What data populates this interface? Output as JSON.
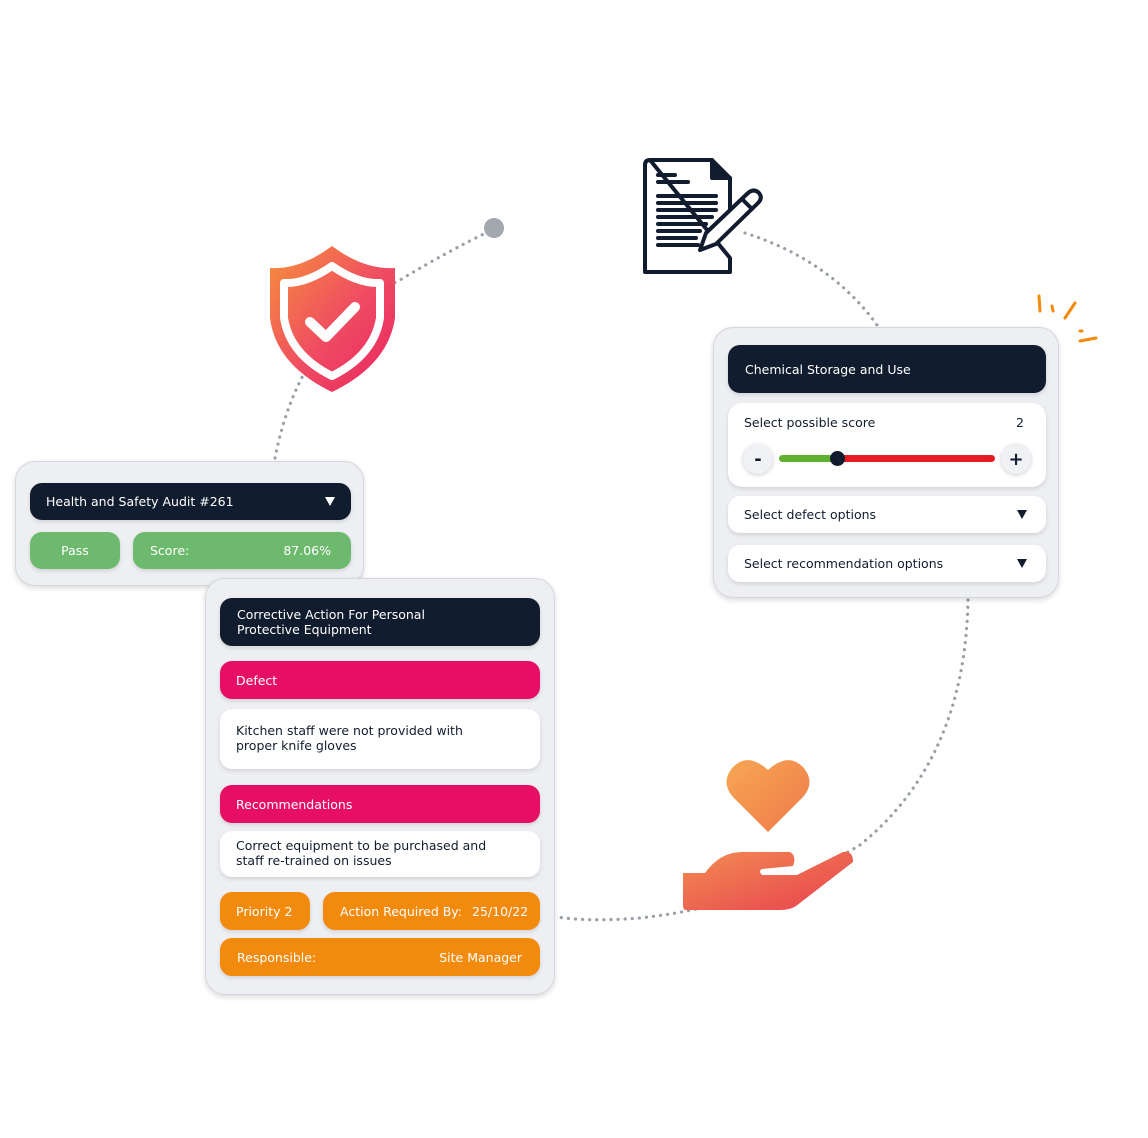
{
  "audit_card": {
    "title": "Health and Safety Audit #261",
    "status": "Pass",
    "score_label": "Score:",
    "score_value": "87.06%"
  },
  "chemical_card": {
    "title": "Chemical Storage and Use",
    "score_label": "Select possible score",
    "score_value": "2",
    "minus_label": "-",
    "plus_label": "+",
    "slider": {
      "position_pct": 18,
      "left_color": "#5fb22d",
      "right_color": "#e51c23"
    },
    "defect_select": "Select defect options",
    "recommendation_select": "Select recommendation options"
  },
  "corrective_card": {
    "title_line1": "Corrective Action For Personal",
    "title_line2": "Protective Equipment",
    "defect_header": "Defect",
    "defect_text_line1": "Kitchen staff were not provided with",
    "defect_text_line2": "proper knife gloves",
    "recommendations_header": "Recommendations",
    "recommendation_text_line1": "Correct equipment to be purchased and",
    "recommendation_text_line2": "staff re-trained on issues",
    "priority": "Priority 2",
    "action_required_label": "Action Required By:",
    "action_required_date": "25/10/22",
    "responsible_label": "Responsible:",
    "responsible_value": "Site Manager"
  },
  "icons": {
    "shield": "shield-check-icon",
    "document": "document-pen-icon",
    "heart_hand": "heart-hand-icon",
    "sparkle": "sparkle-icon"
  },
  "colors": {
    "navy": "#111c2e",
    "green": "#6dba6e",
    "pink": "#e60f65",
    "orange": "#f28a0e",
    "card_bg": "#eeeff3",
    "dots": "#9aa0a8"
  }
}
